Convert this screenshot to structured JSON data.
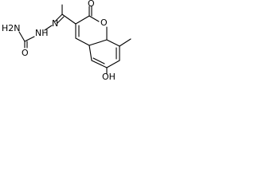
{
  "structure": {
    "atom_labels": {
      "h2n": "H2N",
      "n_hydrazone": "N",
      "nh": "NH",
      "o_amide": "O",
      "o_carbonyl": "O",
      "o_ring": "O",
      "oh": "OH"
    }
  }
}
